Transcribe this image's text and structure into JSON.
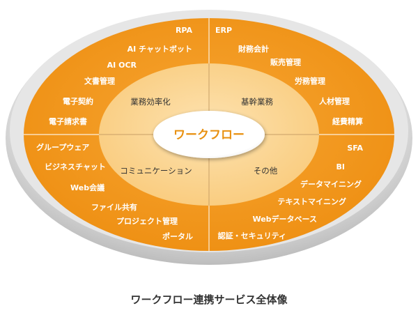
{
  "center": {
    "label": "ワークフロー"
  },
  "quadrants": {
    "top_left": {
      "label": "業務効率化",
      "items": [
        "RPA",
        "AI チャットボット",
        "AI OCR",
        "文書管理",
        "電子契約",
        "電子請求書"
      ]
    },
    "top_right": {
      "label": "基幹業務",
      "items": [
        "ERP",
        "財務会計",
        "販売管理",
        "労務管理",
        "人材管理",
        "経費精算"
      ]
    },
    "bottom_left": {
      "label": "コミュニケーション",
      "items": [
        "グループウェア",
        "ビジネスチャット",
        "Web会議",
        "ファイル共有",
        "プロジェクト管理",
        "ポータル"
      ]
    },
    "bottom_right": {
      "label": "その他",
      "items": [
        "SFA",
        "BI",
        "データマイニング",
        "テキストマイニング",
        "Webデータベース",
        "認証・セキュリティ"
      ]
    }
  },
  "caption": "ワークフロー連携サービス全体像",
  "colors": {
    "outer_ring": "#f39a1e",
    "middle_ring": "#fbd28e",
    "center": "#ffffff",
    "accent_text": "#e8900f",
    "base_gray": "#d6d6d6"
  }
}
